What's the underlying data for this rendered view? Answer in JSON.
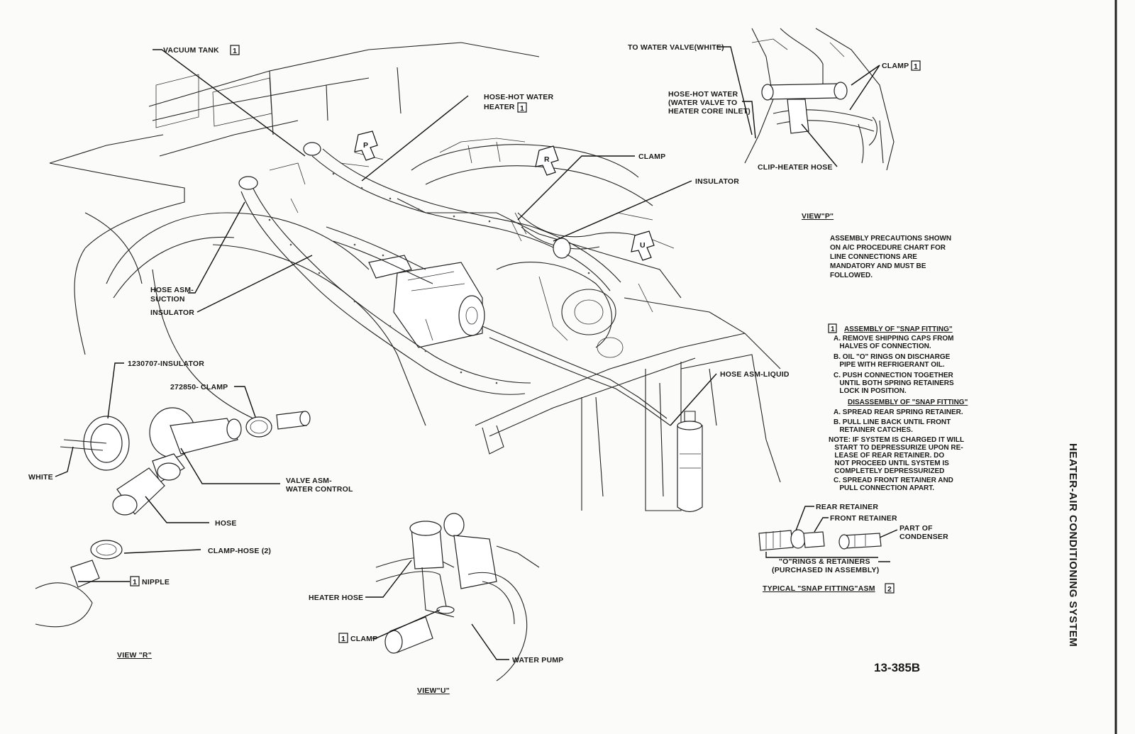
{
  "section_title": "HEATER-AIR CONDITIONING SYSTEM",
  "figure_number": "13-385B",
  "main_labels": {
    "vacuum_tank": "VACUUM TANK",
    "hose_hot_water_heater_1": "HOSE-HOT WATER",
    "hose_hot_water_heater_2": "HEATER",
    "clamp": "CLAMP",
    "insulator_top": "INSULATOR",
    "hose_asm_suction_1": "HOSE ASM-",
    "hose_asm_suction_2": "SUCTION",
    "insulator_left": "INSULATOR",
    "hose_asm_liquid": "HOSE ASM-LIQUID"
  },
  "callouts": {
    "p": "P",
    "r": "R",
    "u": "U",
    "item_1": "1",
    "item_2": "2"
  },
  "view_p": {
    "title": "VIEW\"P\"",
    "to_water_valve": "TO WATER VALVE(WHITE)",
    "clamp": "CLAMP",
    "hose_hot_water_1": "HOSE-HOT WATER",
    "hose_hot_water_2": "(WATER VALVE TO",
    "hose_hot_water_3": "HEATER CORE INLET)",
    "clip_heater_hose": "CLIP-HEATER HOSE"
  },
  "precautions": [
    "ASSEMBLY PRECAUTIONS SHOWN",
    "ON A/C PROCEDURE CHART FOR",
    "LINE CONNECTIONS ARE",
    "MANDATORY AND MUST BE",
    "FOLLOWED."
  ],
  "snap_fitting_notes": {
    "assembly_heading": "ASSEMBLY OF \"SNAP FITTING\"",
    "assembly_steps": [
      "A. REMOVE SHIPPING CAPS FROM",
      "   HALVES OF CONNECTION.",
      "B. OIL \"O\" RINGS ON DISCHARGE",
      "   PIPE WITH REFRIGERANT OIL.",
      "C. PUSH CONNECTION TOGETHER",
      "   UNTIL BOTH SPRING RETAINERS",
      "   LOCK IN POSITION."
    ],
    "disassembly_heading": "DISASSEMBLY OF \"SNAP FITTING\"",
    "disassembly_steps": [
      "A. SPREAD REAR SPRING RETAINER.",
      "B. PULL LINE BACK UNTIL FRONT",
      "   RETAINER CATCHES.",
      "NOTE: IF SYSTEM IS CHARGED IT WILL",
      "   START TO DEPRESSURIZE UPON RE-",
      "   LEASE OF REAR RETAINER. DO",
      "   NOT PROCEED UNTIL SYSTEM IS",
      "   COMPLETELY DEPRESSURIZED",
      "C. SPREAD FRONT RETAINER AND",
      "   PULL CONNECTION APART."
    ]
  },
  "snap_fitting_asm": {
    "rear_retainer": "REAR RETAINER",
    "front_retainer": "FRONT RETAINER",
    "part_of_1": "PART OF",
    "part_of_2": "CONDENSER",
    "o_rings_1": "\"O\"RINGS & RETAINERS",
    "o_rings_2": "(PURCHASED IN ASSEMBLY)",
    "title": "TYPICAL \"SNAP FITTING\"ASM"
  },
  "view_r": {
    "title": "VIEW \"R\"",
    "insulator": "1230707-INSULATOR",
    "clamp": "272850- CLAMP",
    "white": "WHITE",
    "valve_1": "VALVE ASM-",
    "valve_2": "WATER CONTROL",
    "hose": "HOSE",
    "clamp_hose": "CLAMP-HOSE (2)",
    "nipple": "NIPPLE"
  },
  "view_u": {
    "title": "VIEW\"U\"",
    "heater_hose": "HEATER HOSE",
    "clamp": "CLAMP",
    "water_pump": "WATER PUMP"
  }
}
